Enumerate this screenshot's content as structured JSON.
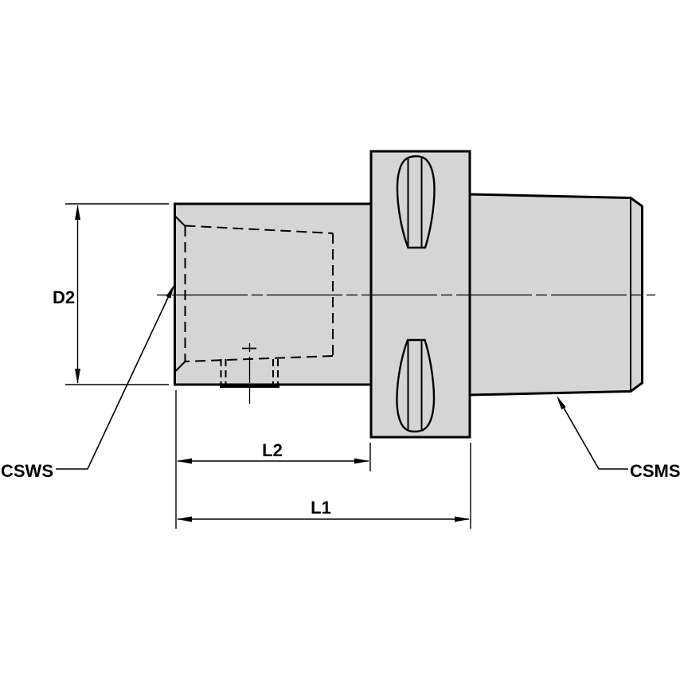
{
  "labels": {
    "d2": "D2",
    "l2": "L2",
    "l1": "L1",
    "csws": "CSWS",
    "csms": "CSMS"
  },
  "colors": {
    "background": "#ffffff",
    "part_fill": "#d5d5d5",
    "line": "#000000"
  }
}
